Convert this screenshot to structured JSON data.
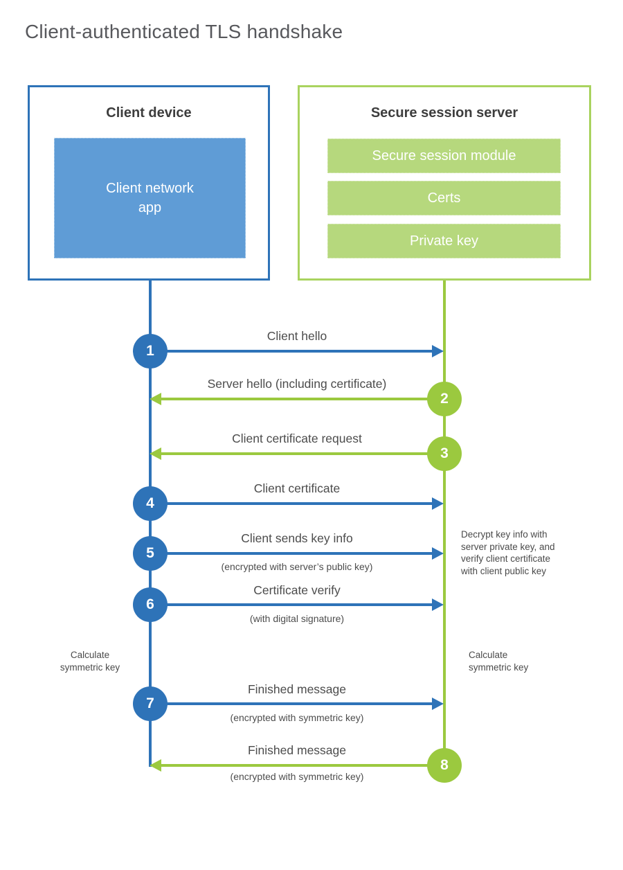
{
  "title": "Client-authenticated TLS handshake",
  "colors": {
    "blue_accent": "#2e73b8",
    "blue_fill": "#5f9cd6",
    "green_accent": "#9bc93f",
    "green_border": "#a9d35f",
    "green_bar": "#b6d87d",
    "label_text": "#4c4c4c",
    "title_text": "#57585c"
  },
  "actors": {
    "client": {
      "title": "Client device",
      "module": "Client network\napp"
    },
    "server": {
      "title": "Secure session server",
      "modules": [
        "Secure session module",
        "Certs",
        "Private key"
      ]
    }
  },
  "messages": [
    {
      "num": "1",
      "from": "client",
      "to": "server",
      "label": "Client hello",
      "subtitle": ""
    },
    {
      "num": "2",
      "from": "server",
      "to": "client",
      "label": "Server hello (including certificate)",
      "subtitle": ""
    },
    {
      "num": "3",
      "from": "server",
      "to": "client",
      "label": "Client certificate request",
      "subtitle": ""
    },
    {
      "num": "4",
      "from": "client",
      "to": "server",
      "label": "Client certificate",
      "subtitle": ""
    },
    {
      "num": "5",
      "from": "client",
      "to": "server",
      "label": "Client sends key info",
      "subtitle": "(encrypted with server’s public key)"
    },
    {
      "num": "6",
      "from": "client",
      "to": "server",
      "label": "Certificate verify",
      "subtitle": "(with digital signature)"
    },
    {
      "num": "7",
      "from": "client",
      "to": "server",
      "label": "Finished message",
      "subtitle": "(encrypted with symmetric key)"
    },
    {
      "num": "8",
      "from": "server",
      "to": "client",
      "label": "Finished message",
      "subtitle": "(encrypted with symmetric key)"
    }
  ],
  "notes": {
    "decrypt": "Decrypt key info with\nserver private key, and\nverify client certificate\nwith client public key",
    "calc_left": "Calculate\nsymmetric key",
    "calc_right": "Calculate\nsymmetric key"
  }
}
